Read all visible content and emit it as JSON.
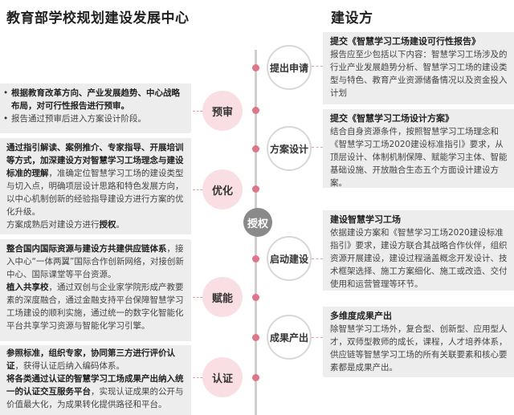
{
  "header": {
    "left": "教育部学校规划建设发展中心",
    "right": "建设方"
  },
  "center": {
    "stages": [
      "提出申请",
      "方案设计",
      "启动建设",
      "成果产出"
    ],
    "phases": [
      "预审",
      "优化",
      "赋能",
      "认证"
    ],
    "auth": "授权"
  },
  "left": {
    "prereview": {
      "b1_bold": "根据教育改革方向、产业发展趋势、中心战略布局，对可行性报告进行预审。",
      "b2": "报告通过预审后进入方案设计阶段。"
    },
    "optimize": {
      "p1_bold": "通过指引解读、案例推介、专家指导、开展培训等方式，加深建设方对智慧学习工场理念与建设标准的理解",
      "p1_rest": "，准确定位智慧学习工场的建设类型与切入点，明确项层设计思路和特色发展方向，以中心机制创新的经验指导建设方进行方案的优化升级。",
      "p2_pre": "方案成熟后对建设方进行",
      "p2_bold": "授权",
      "p2_post": "。"
    },
    "empower": {
      "p1_bold": "整合国内国际资源与建设方共建供应链体系",
      "p1_rest": "，接入中心“一体两翼”国际合作创新网络，对接创新中心、国际课堂等平台资源。",
      "p2_bold": "植入共享校",
      "p2_rest": "，通过双创与企业家学院形成产教要素的深度融合，通过金融支持平台保障智慧学习工场建设的顺利实施，通过统一的数字化智能化平台共享学习资源与智能化学习引擎。"
    },
    "certify": {
      "p1_bold": "参照标准，组织专家，协同第三方进行评价认证",
      "p1_rest": "，获得认证后纳入编码体系。",
      "p2_bold": "将各类通过认证的智慧学习工场成果产出纳入统一的认证交互服务平台",
      "p2_rest": "，实现认证成果的公开与价值最大化，为成果转化提供路径和平台。"
    }
  },
  "right": {
    "apply": {
      "title": "提交《智慧学习工场建设可行性报告》",
      "body": "报告应至少包括以下内容：智慧学习工场涉及的行业产业发展趋势分析、智慧学习工场的建设类型与特色、教育产业资源储备情况以及资金投入计划"
    },
    "design": {
      "title": "提交《智慧学习工场设计方案》",
      "body": "结合自身资源条件，按照智慧学习工场理念和《智慧学习工场2020建设标准指引》要求，从顶层设计、体制机制保障、赋能学习主体、智能基础设施、开放融合生态五个方面设计建设方案。"
    },
    "build": {
      "title": "建设智慧学习工场",
      "body": "依据建设方案和《智慧学习工场2020建设标准指引》要求，建设方联合其战略合作伙伴，组织资源开展建设，建设过程涵盖概念开发设计、技术框架选择、施工方案细化、施工或改造、交付使用和运营管理等环节。"
    },
    "output": {
      "title": "多维度成果产出",
      "body": "除智慧学习工场外，复合型、创新型、应用型人才，双师型教师的成长，课程，人才培养体系，供应链等智慧学习工场的所有关联要素和核心要素都是成果产出。"
    }
  },
  "colors": {
    "panel": "#ededed",
    "phase": "#f9dfe4",
    "dot": "#e0758a",
    "auth": "#8a8a8a"
  }
}
